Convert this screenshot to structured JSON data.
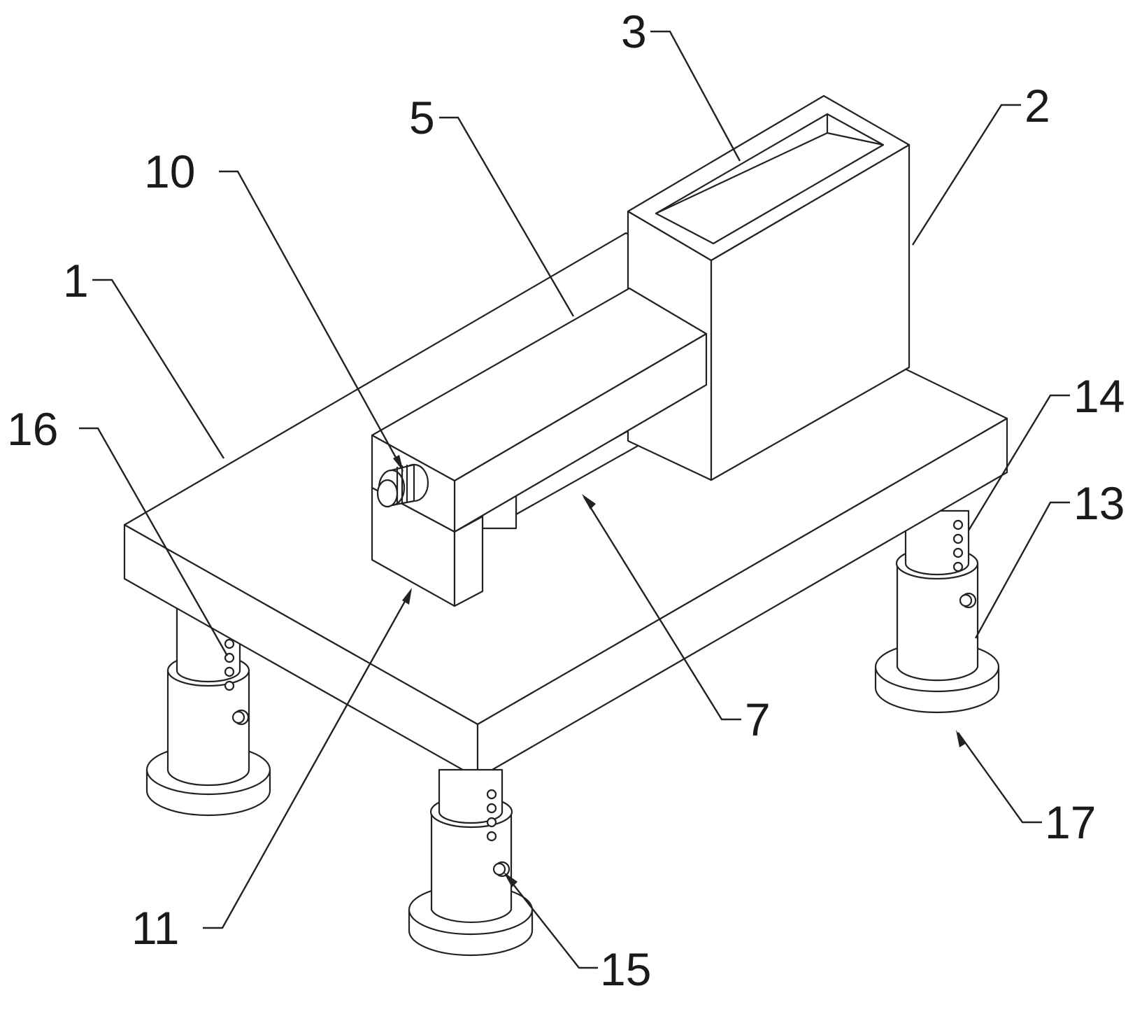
{
  "labels": {
    "l1": "1",
    "l2": "2",
    "l3": "3",
    "l5": "5",
    "l7": "7",
    "l10": "10",
    "l11": "11",
    "l13": "13",
    "l14": "14",
    "l15": "15",
    "l16": "16",
    "l17": "17"
  },
  "colors": {
    "line": "#222222",
    "background": "#ffffff"
  }
}
